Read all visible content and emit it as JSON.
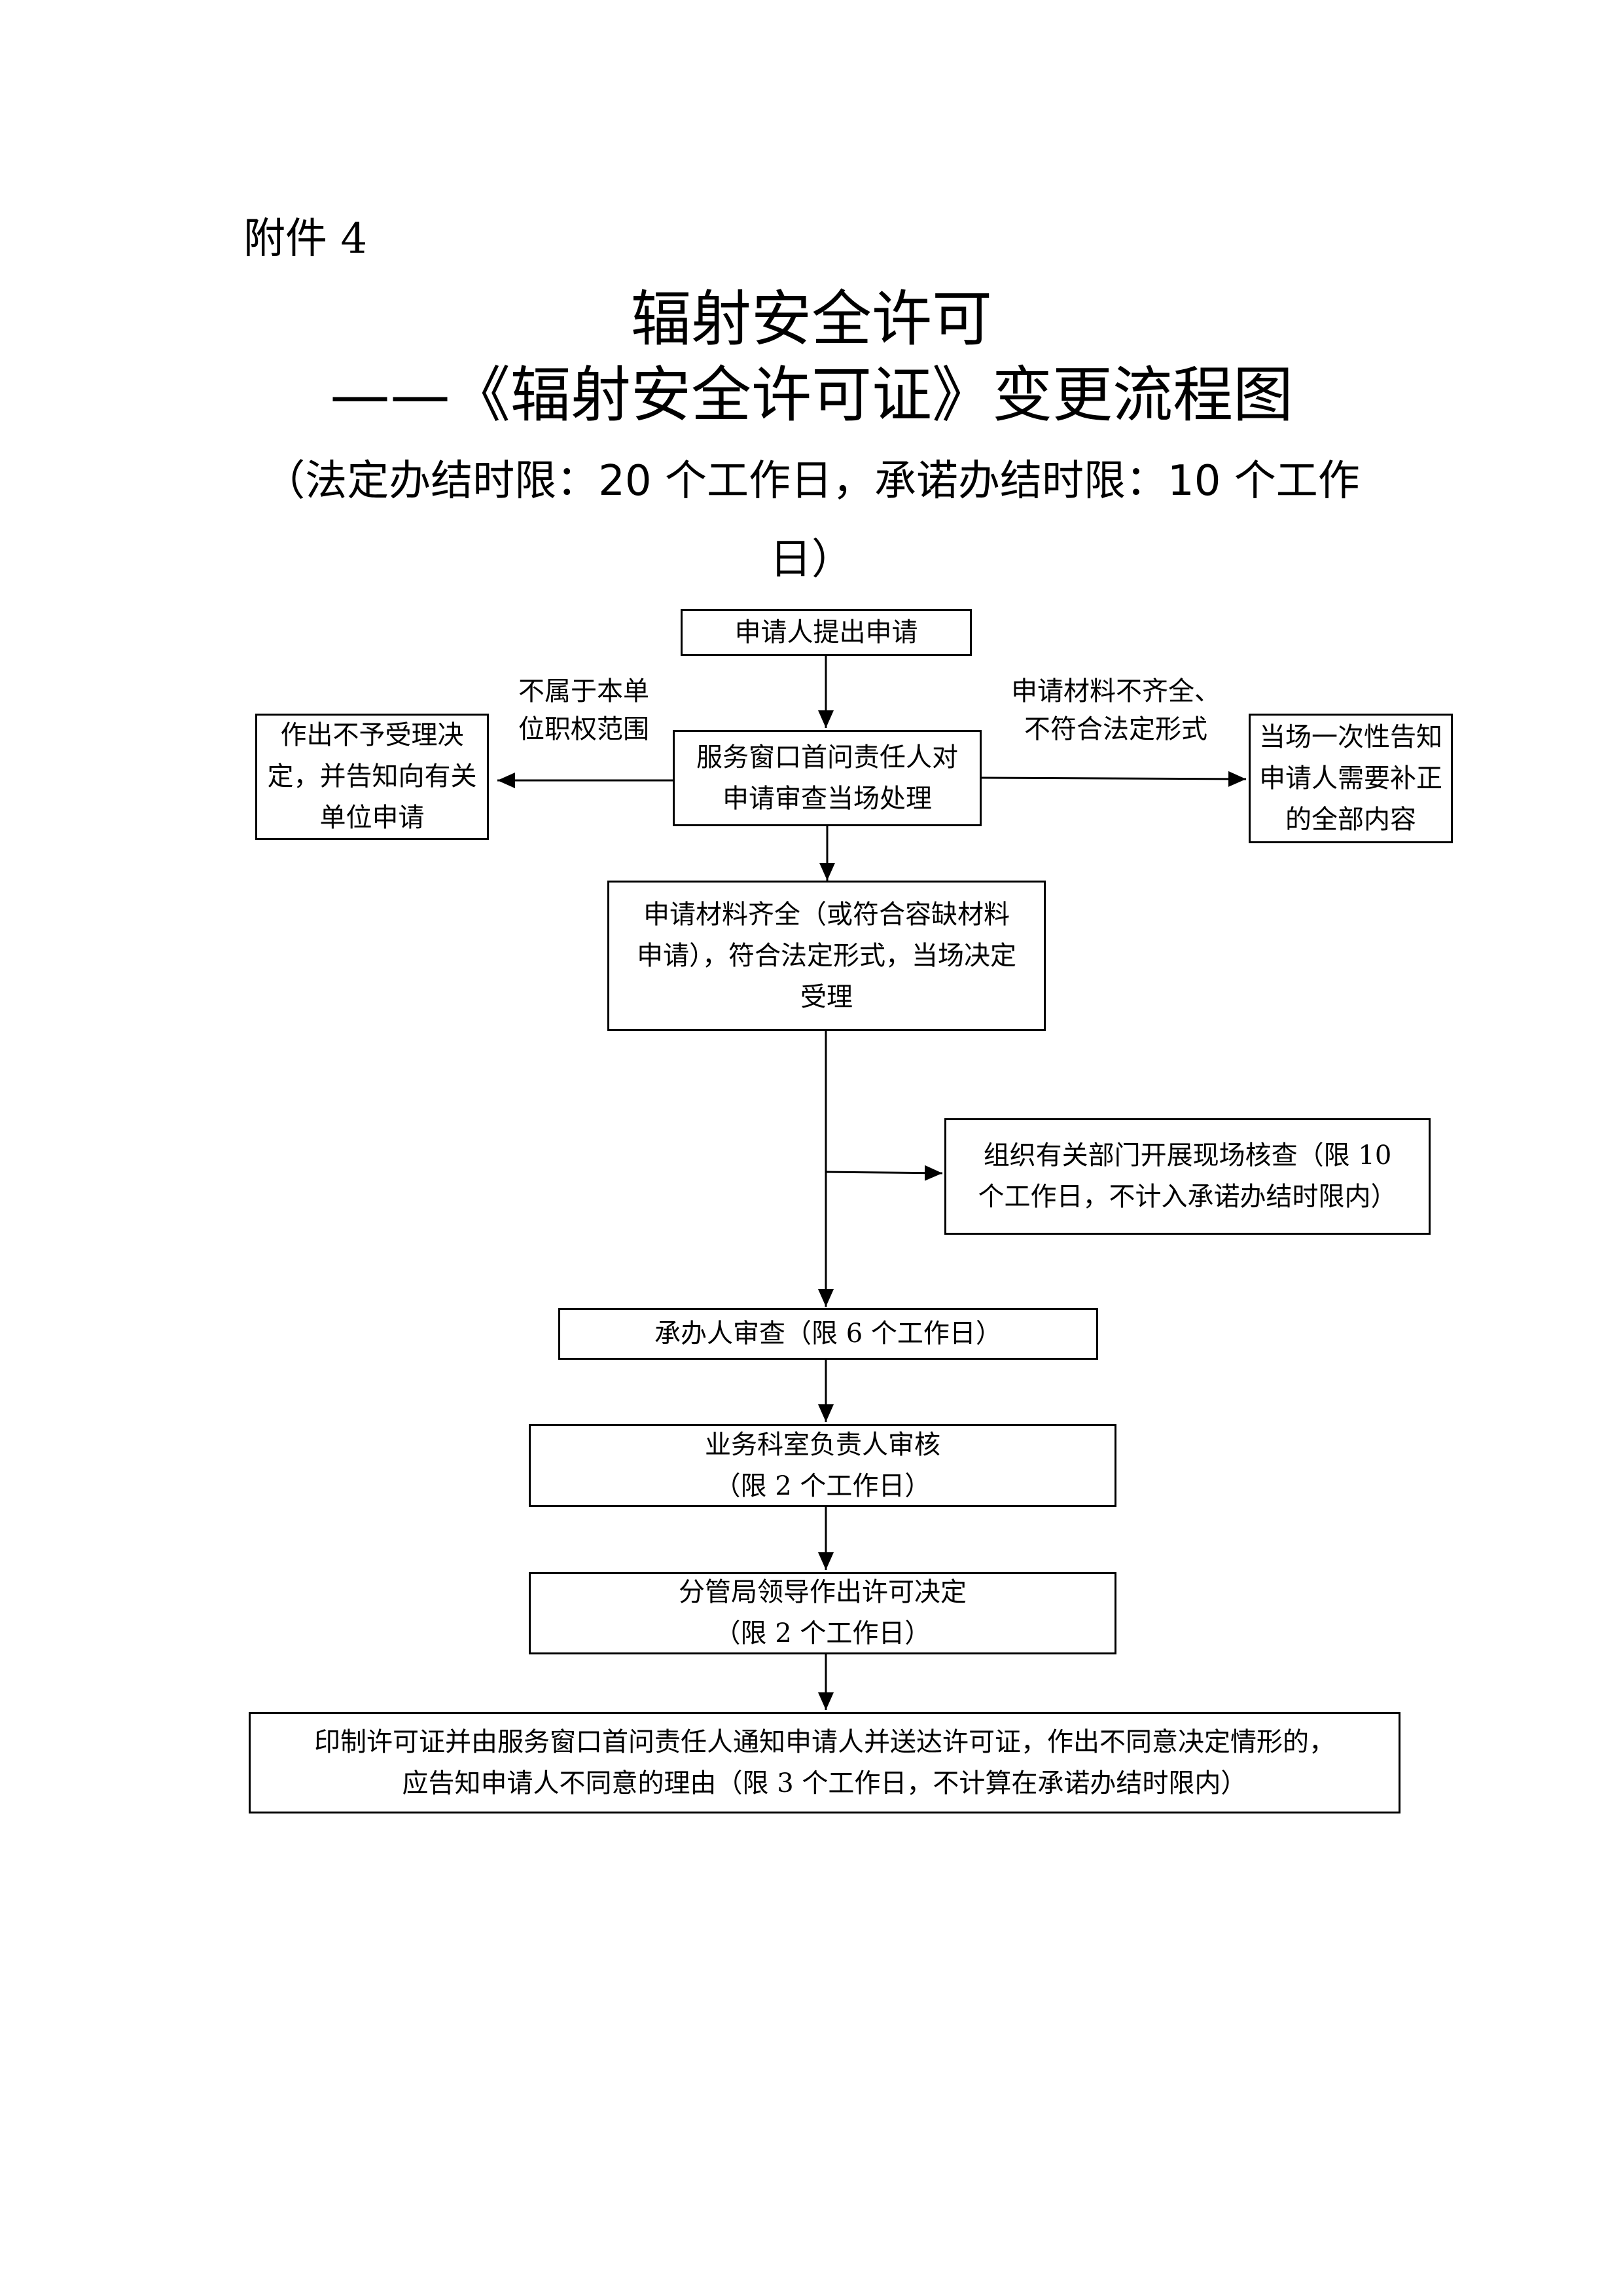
{
  "header": {
    "attachment_label": "附件 4",
    "title_main": "辐射安全许可",
    "title_sub": "——《辐射安全许可证》变更流程图",
    "time_limit": "（法定办结时限：20 个工作日，承诺办结时限：10 个工作日）"
  },
  "flowchart": {
    "nodes": {
      "apply": "申请人提出申请",
      "window_review": "服务窗口首问责任人对\n申请审查当场处理",
      "reject": "作出不予受理决\n定，并告知向有关\n单位申请",
      "notify_supplement": "当场一次性告知\n申请人需要补正\n的全部内容",
      "accept": "申请材料齐全（或符合容缺材料\n申请），符合法定形式，当场决定\n受理",
      "site_check": "组织有关部门开展现场核查（限 10\n个工作日，不计入承诺办结时限内）",
      "handler_review": "承办人审查（限 6 个工作日）",
      "dept_head_review": "业务科室负责人审核\n（限 2 个工作日）",
      "leader_decision": "分管局领导作出许可决定\n（限 2 个工作日）",
      "issue_license": "印制许可证并由服务窗口首问责任人通知申请人并送达许可证，作出不同意决定情形的，\n应告知申请人不同意的理由（限 3 个工作日，不计算在承诺办结时限内）"
    },
    "edge_labels": {
      "not_in_scope": "不属于本单\n位职权范围",
      "materials_incomplete": "申请材料不齐全、\n不符合法定形式"
    }
  }
}
